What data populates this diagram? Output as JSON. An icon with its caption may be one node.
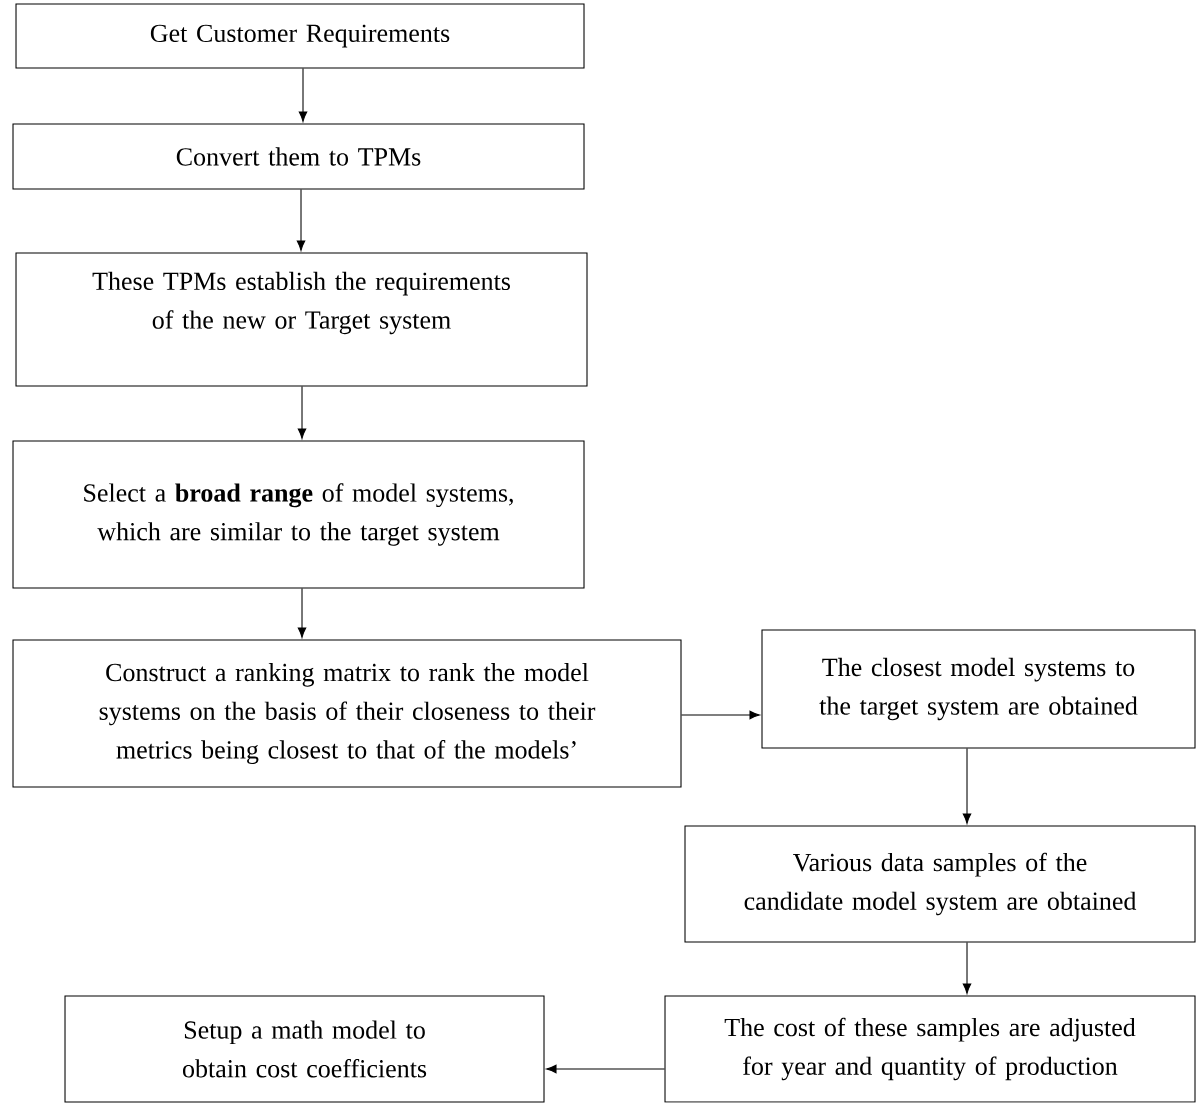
{
  "diagram": {
    "nodes": [
      {
        "text": [
          "Get Customer Requirements"
        ]
      },
      {
        "text": [
          "Convert them to TPMs"
        ]
      },
      {
        "text": [
          "These TPMs establish the requirements of the new or Target system"
        ]
      },
      {
        "text": [
          "Select a **broad range** of model systems, which are similar to the target system"
        ]
      },
      {
        "text": [
          "Construct a ranking matrix to rank the model systems on the basis of their closeness to their metrics being closest to that of the models’"
        ]
      },
      {
        "text": [
          "The closest model systems to the target system are obtained"
        ]
      },
      {
        "text": [
          "Various data samples of the candidate model system are obtained"
        ]
      },
      {
        "text": [
          "The cost of these samples are adjusted for year and quantity of production"
        ]
      },
      {
        "text": [
          "Setup a math model to obtain cost coefficients"
        ]
      }
    ],
    "edges": [
      {
        "from": 0,
        "to": 1,
        "arrow": "to"
      },
      {
        "from": 1,
        "to": 2,
        "arrow": "to"
      },
      {
        "from": 2,
        "to": 3,
        "arrow": "to"
      },
      {
        "from": 3,
        "to": 4,
        "arrow": "to"
      },
      {
        "from": 4,
        "to": 5,
        "arrow": "to"
      },
      {
        "from": 5,
        "to": 6,
        "arrow": "to"
      },
      {
        "from": 6,
        "to": 7,
        "arrow": "to"
      },
      {
        "from": 7,
        "to": 8,
        "arrow": "to"
      }
    ]
  }
}
